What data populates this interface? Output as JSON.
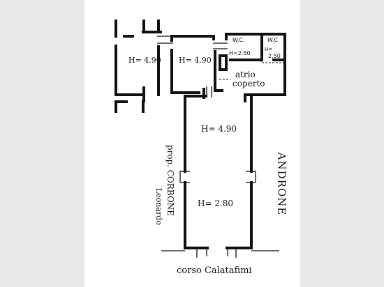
{
  "plan": {
    "rooms": {
      "left_room": "H= 4.90",
      "middle_room": "H= 4.90",
      "wc_a_title": "W.C.",
      "wc_a_height": "H=2.50",
      "wc_b_title": "W.C",
      "wc_b_h": "H=",
      "wc_b_value": "2.50",
      "atrio_line1": "atrio",
      "atrio_line2": "coperto",
      "main_upper": "H= 4.90",
      "main_lower": "H= 2.80"
    },
    "side_left_line1": "prop. CORBONE",
    "side_left_line2": "Leonardo",
    "side_right": "ANDRONE",
    "street": "corso Calatafimi"
  },
  "colors": {
    "ink": "#111111",
    "paper": "#ffffff",
    "margin": "#e9e9e9"
  }
}
